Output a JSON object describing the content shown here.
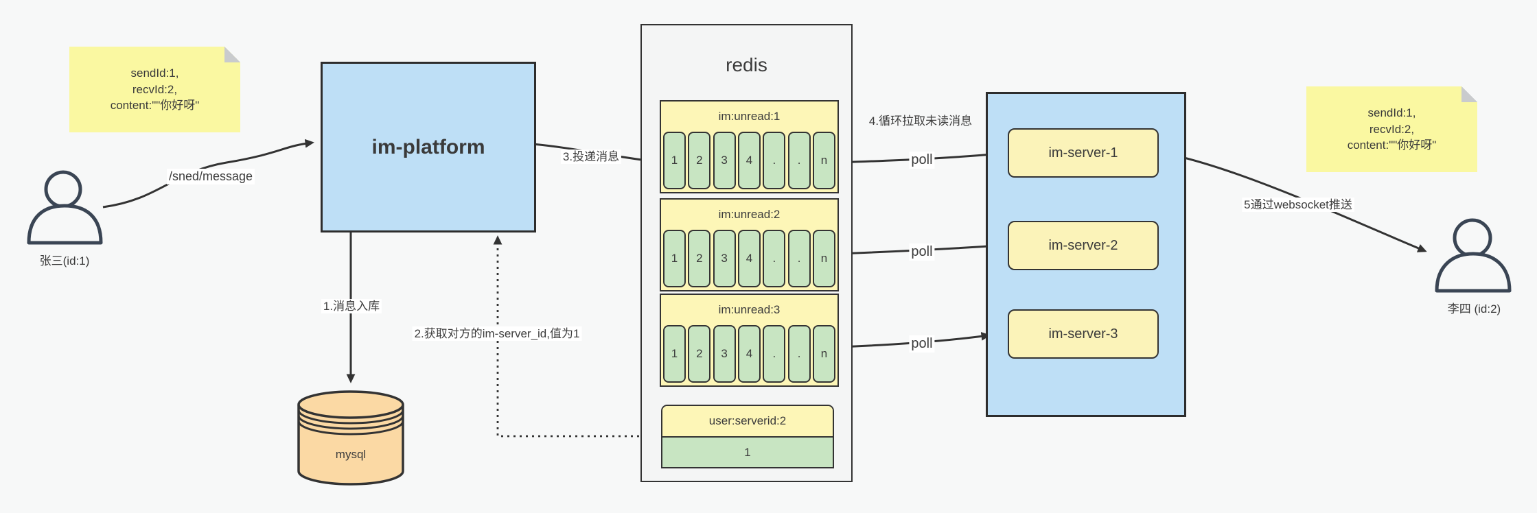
{
  "notes": {
    "left": {
      "line1": "sendId:1,",
      "line2": "recvId:2,",
      "line3": "content:\"\"你好呀\""
    },
    "right": {
      "line1": "sendId:1,",
      "line2": "recvId:2,",
      "line3": "content:\"\"你好呀\""
    }
  },
  "sender": {
    "label": "张三(id:1)"
  },
  "receiver": {
    "label": "李四 (id:2)"
  },
  "platform": {
    "label": "im-platform"
  },
  "mysql": {
    "label": "mysql"
  },
  "redis": {
    "title": "redis",
    "queues": [
      {
        "title": "im:unread:1",
        "cells": [
          "1",
          "2",
          "3",
          "4",
          ".",
          ".",
          "n"
        ]
      },
      {
        "title": "im:unread:2",
        "cells": [
          "1",
          "2",
          "3",
          "4",
          ".",
          ".",
          "n"
        ]
      },
      {
        "title": "im:unread:3",
        "cells": [
          "1",
          "2",
          "3",
          "4",
          ".",
          ".",
          "n"
        ]
      }
    ],
    "kv": {
      "title": "user:serverid:2",
      "value": "1"
    }
  },
  "servers": [
    {
      "label": "im-server-1"
    },
    {
      "label": "im-server-2"
    },
    {
      "label": "im-server-3"
    }
  ],
  "edges": {
    "send": "/sned/message",
    "step1": "1.消息入库",
    "step2": "2.获取对方的im-server_id,值为1",
    "step3": "3.投递消息",
    "step4": "4.循环拉取未读消息",
    "poll1": "poll",
    "poll2": "poll",
    "poll3": "poll",
    "step5": "5通过websocket推送"
  },
  "colors": {
    "background": "#f7f8f8",
    "note_yellow": "#faf8a1",
    "box_blue": "#bedff6",
    "queue_yellow": "#fdf6b7",
    "cell_green": "#c8e5c2",
    "mysql_orange": "#fbd9a4",
    "line_dark": "#333333"
  }
}
